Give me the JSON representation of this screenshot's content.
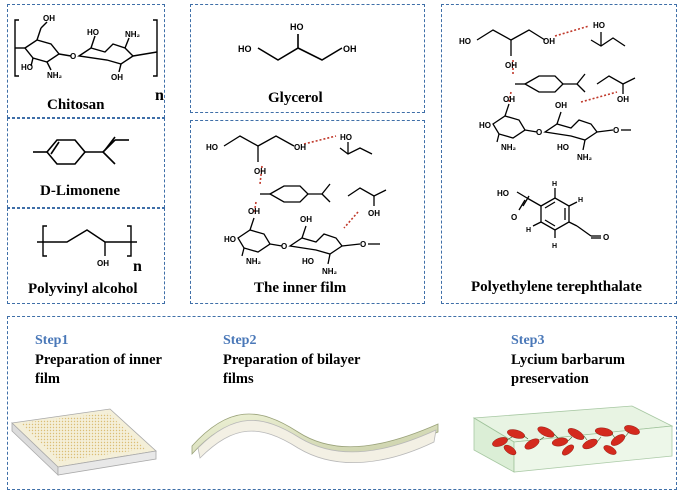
{
  "panels": {
    "chitosan": {
      "label": "Chitosan",
      "repeat": "n"
    },
    "glycerol": {
      "label": "Glycerol"
    },
    "limonene": {
      "label": "D-Limonene"
    },
    "pva": {
      "label": "Polyvinyl alcohol",
      "repeat": "n"
    },
    "inner_film": {
      "label": "The inner film"
    },
    "pet": {
      "label": "Polyethylene terephthalate"
    }
  },
  "atoms": {
    "oh": "OH",
    "ho": "HO",
    "nh2": "NH₂",
    "o": "O",
    "h": "H",
    "eq_o": "O",
    "methoxy": "O"
  },
  "steps": [
    {
      "title": "Step1",
      "desc_line1": "Preparation of inner",
      "desc_line2": "film"
    },
    {
      "title": "Step2",
      "desc_line1": "Preparation of bilayer",
      "desc_line2": "films"
    },
    {
      "title": "Step3",
      "desc_line1": "Lycium barbarum",
      "desc_line2": "preservation"
    }
  ],
  "colors": {
    "panel_border": "#3f6fa8",
    "step_title": "#4a78b8",
    "hbond": "#c0392b",
    "berry": "#d42a1e"
  }
}
